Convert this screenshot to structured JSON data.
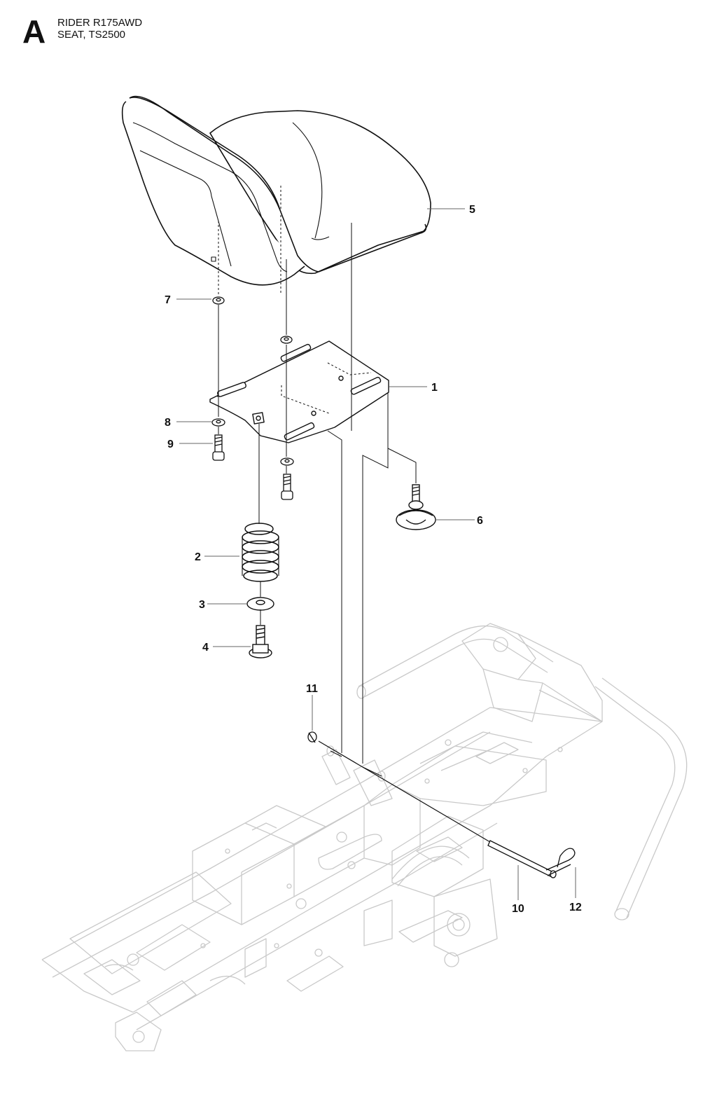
{
  "header": {
    "section_letter": "A",
    "model": "RIDER R175AWD",
    "subtitle": "SEAT, TS2500"
  },
  "callouts": [
    {
      "id": "1",
      "label": "1"
    },
    {
      "id": "2",
      "label": "2"
    },
    {
      "id": "3",
      "label": "3"
    },
    {
      "id": "4",
      "label": "4"
    },
    {
      "id": "5",
      "label": "5"
    },
    {
      "id": "6",
      "label": "6"
    },
    {
      "id": "7",
      "label": "7"
    },
    {
      "id": "8",
      "label": "8"
    },
    {
      "id": "9",
      "label": "9"
    },
    {
      "id": "10",
      "label": "10"
    },
    {
      "id": "11",
      "label": "11"
    },
    {
      "id": "12",
      "label": "12"
    }
  ]
}
